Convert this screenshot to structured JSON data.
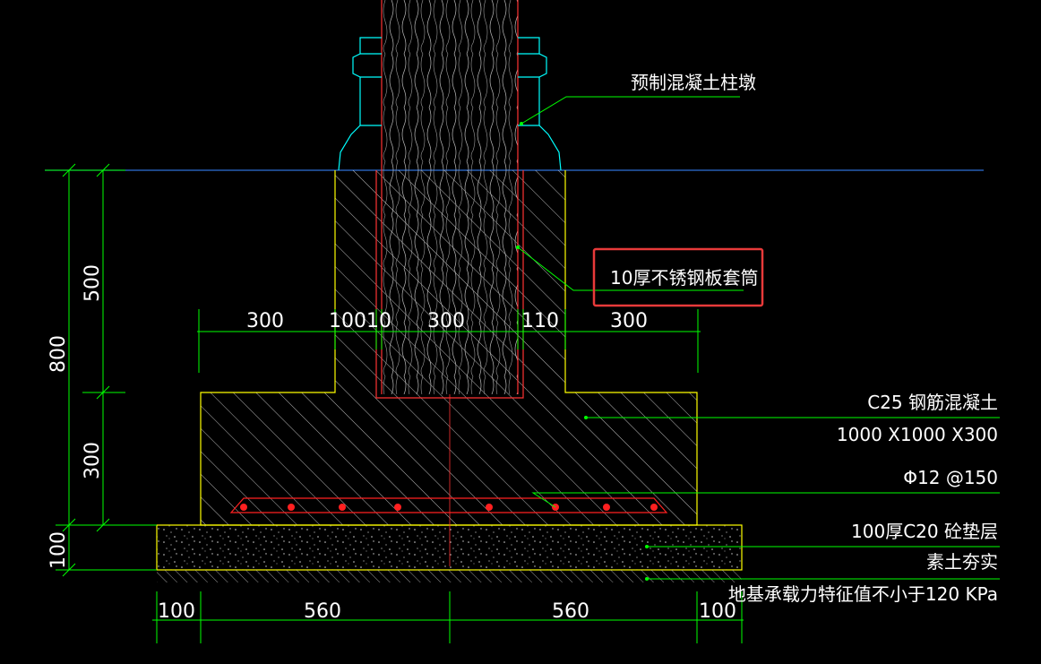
{
  "colors": {
    "background": "#000000",
    "ground_line": "#2f6fd6",
    "dimension": "#00ff00",
    "concrete_outline": "#ffff00",
    "sleeve": "#ff3333",
    "column_base": "#00ffff",
    "text": "#ffffff",
    "highlight_box": "#e83a3a",
    "rebar": "#ff2020"
  },
  "labels": {
    "precast_pier": "预制混凝土柱墩",
    "steel_sleeve": "10厚不锈钢板套筒",
    "concrete_grade": "C25 钢筋混凝土",
    "footing_size": "1000 X1000 X300",
    "rebar": "Φ12 @150",
    "cushion": "100厚C20 砼垫层",
    "soil": "素土夯实",
    "bearing": "地基承载力特征值不小于120 KPa"
  },
  "dimensions": {
    "vertical": {
      "total": "800",
      "upper": "500",
      "middle": "300",
      "bottom": "100"
    },
    "top_row": {
      "left": "300",
      "mid_small": "10010",
      "center": "300",
      "right_small": "110",
      "right": "300"
    },
    "bottom_row": {
      "left": "100",
      "mid_left": "560",
      "mid_right": "560",
      "right": "100"
    }
  },
  "callout": {
    "highlighted": "steel_sleeve"
  }
}
